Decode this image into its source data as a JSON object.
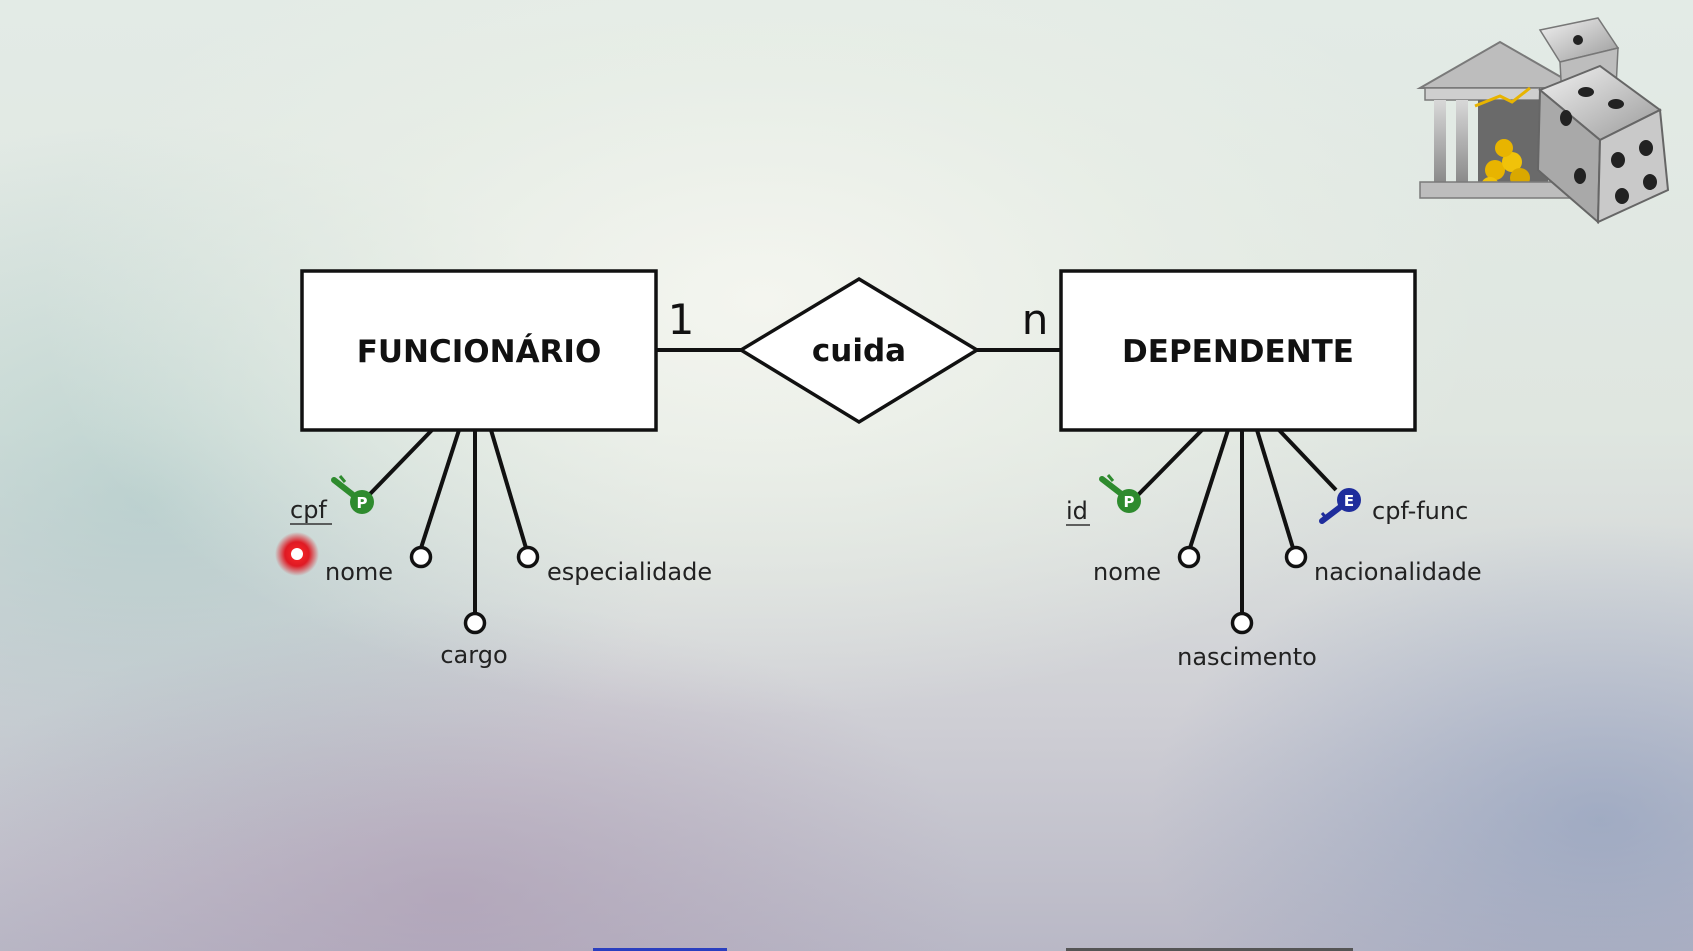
{
  "entities": {
    "left": "FUNCIONÁRIO",
    "right": "DEPENDENTE"
  },
  "relationship": {
    "label": "cuida",
    "card_left": "1",
    "card_right": "n"
  },
  "attributes_left": {
    "pk": "cpf",
    "a1": "nome",
    "a2": "cargo",
    "a3": "especialidade"
  },
  "attributes_right": {
    "pk": "id",
    "a1": "nome",
    "a2": "nascimento",
    "a3": "nacionalidade",
    "fk": "cpf-func"
  },
  "key_badges": {
    "primary": "P",
    "foreign": "E"
  },
  "colors": {
    "primary_key": "#2e8b2e",
    "foreign_key": "#1f2d9c",
    "pointer": "#e0101a"
  },
  "icons": {
    "logo": "bank-dice-logo-icon",
    "pointer": "recording-pointer-icon"
  }
}
